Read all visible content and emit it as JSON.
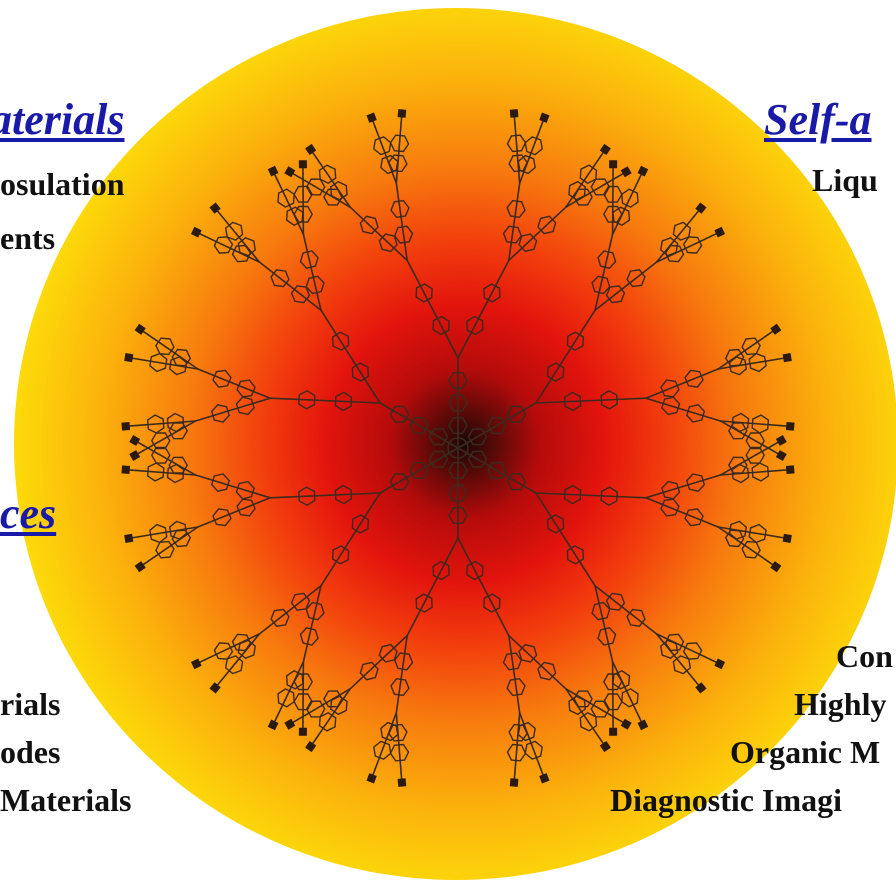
{
  "top_partial": "",
  "headings": {
    "materials": "aterials",
    "self_assembly": "Self-a",
    "devices": "ces"
  },
  "labels": {
    "encapsulation": "osulation",
    "agents": "ents",
    "liquid": "Liqu",
    "materials_1": "rials",
    "diodes": "odes",
    "materials_2": "Materials",
    "con": "Con",
    "highly": "Highly",
    "organic": "Organic M",
    "diagnostic": "Diagnostic Imagi"
  },
  "colors": {
    "heading": "#1a1aa8",
    "text": "#111111",
    "disc_center": "#1a0606",
    "disc_mid": "#e2140d",
    "disc_edge": "#fff000"
  }
}
